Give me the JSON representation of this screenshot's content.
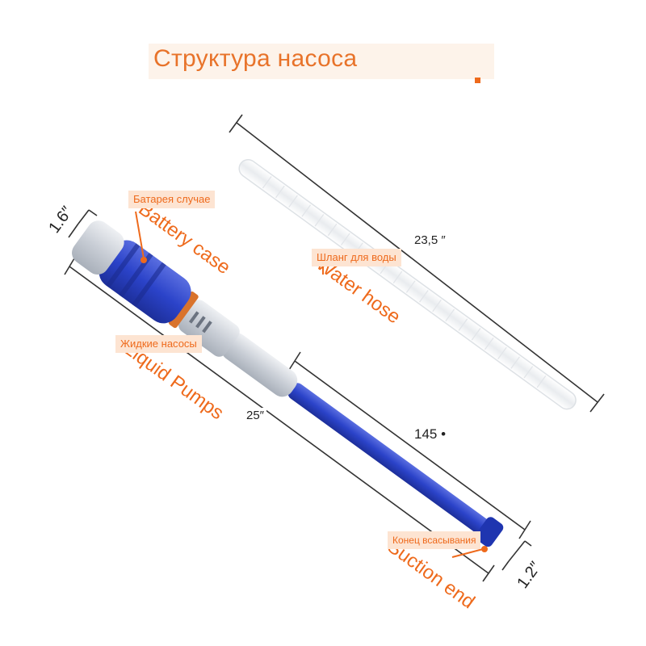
{
  "title": "Структура насоса",
  "labels": {
    "battery_case": "Батарея случае",
    "water_hose": "Шланг для воды",
    "liquid_pumps": "Жидкие насосы",
    "suction_end": "Конец всасывания"
  },
  "english_labels": {
    "battery_case": "Battery case",
    "water_hose": "Water hose",
    "liquid_pumps": "Liquid Pumps",
    "suction_end": "Suction end"
  },
  "dimensions": {
    "hose_length": "23,5 ″",
    "pump_length": "25″",
    "tube_length": "145 •",
    "case_width": "1.6″",
    "end_width": "1.2″"
  },
  "colors": {
    "accent": "#ee6a1c",
    "pump_blue": "#2b43c9",
    "pump_grey": "#c9ced6"
  },
  "icons": [
    "pump-illustration",
    "water-hose-illustration"
  ]
}
